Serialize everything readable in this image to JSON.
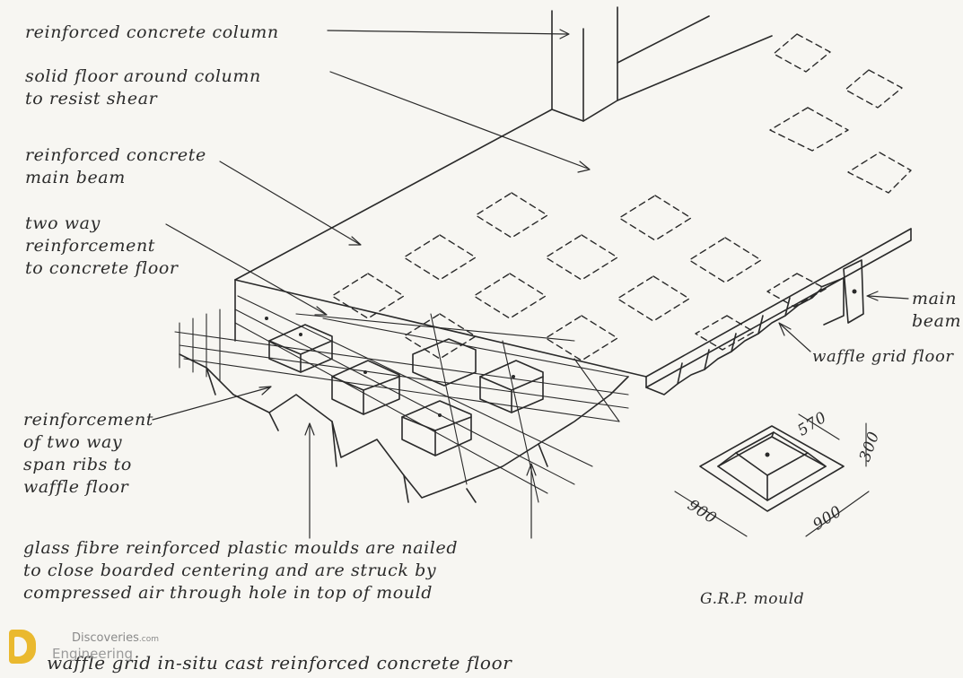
{
  "labels": {
    "column": "reinforced concrete column",
    "solid_floor_1": "solid floor around column",
    "solid_floor_2": "to resist shear",
    "main_beam_1": "reinforced concrete",
    "main_beam_2": "main beam",
    "two_way_1": "two way",
    "two_way_2": "reinforcement",
    "two_way_3": "to concrete floor",
    "rib_reinf_1": "reinforcement",
    "rib_reinf_2": "of two way",
    "rib_reinf_3": "span ribs to",
    "rib_reinf_4": "waffle floor",
    "moulds_1": "glass fibre reinforced plastic moulds are nailed",
    "moulds_2": "to close boarded centering and are struck by",
    "moulds_3": "compressed air through hole in top of mould",
    "right_beam_1": "main",
    "right_beam_2": "beam",
    "waffle_grid": "waffle grid floor",
    "grp_mould": "G.R.P. mould",
    "caption": "waffle grid in-situ cast reinforced concrete floor"
  },
  "dimensions": {
    "top": "570",
    "height": "300",
    "side_a": "900",
    "side_b": "900"
  },
  "watermark": {
    "line1": "Discoveries",
    "suffix": ".com",
    "line2": "Engineering"
  }
}
